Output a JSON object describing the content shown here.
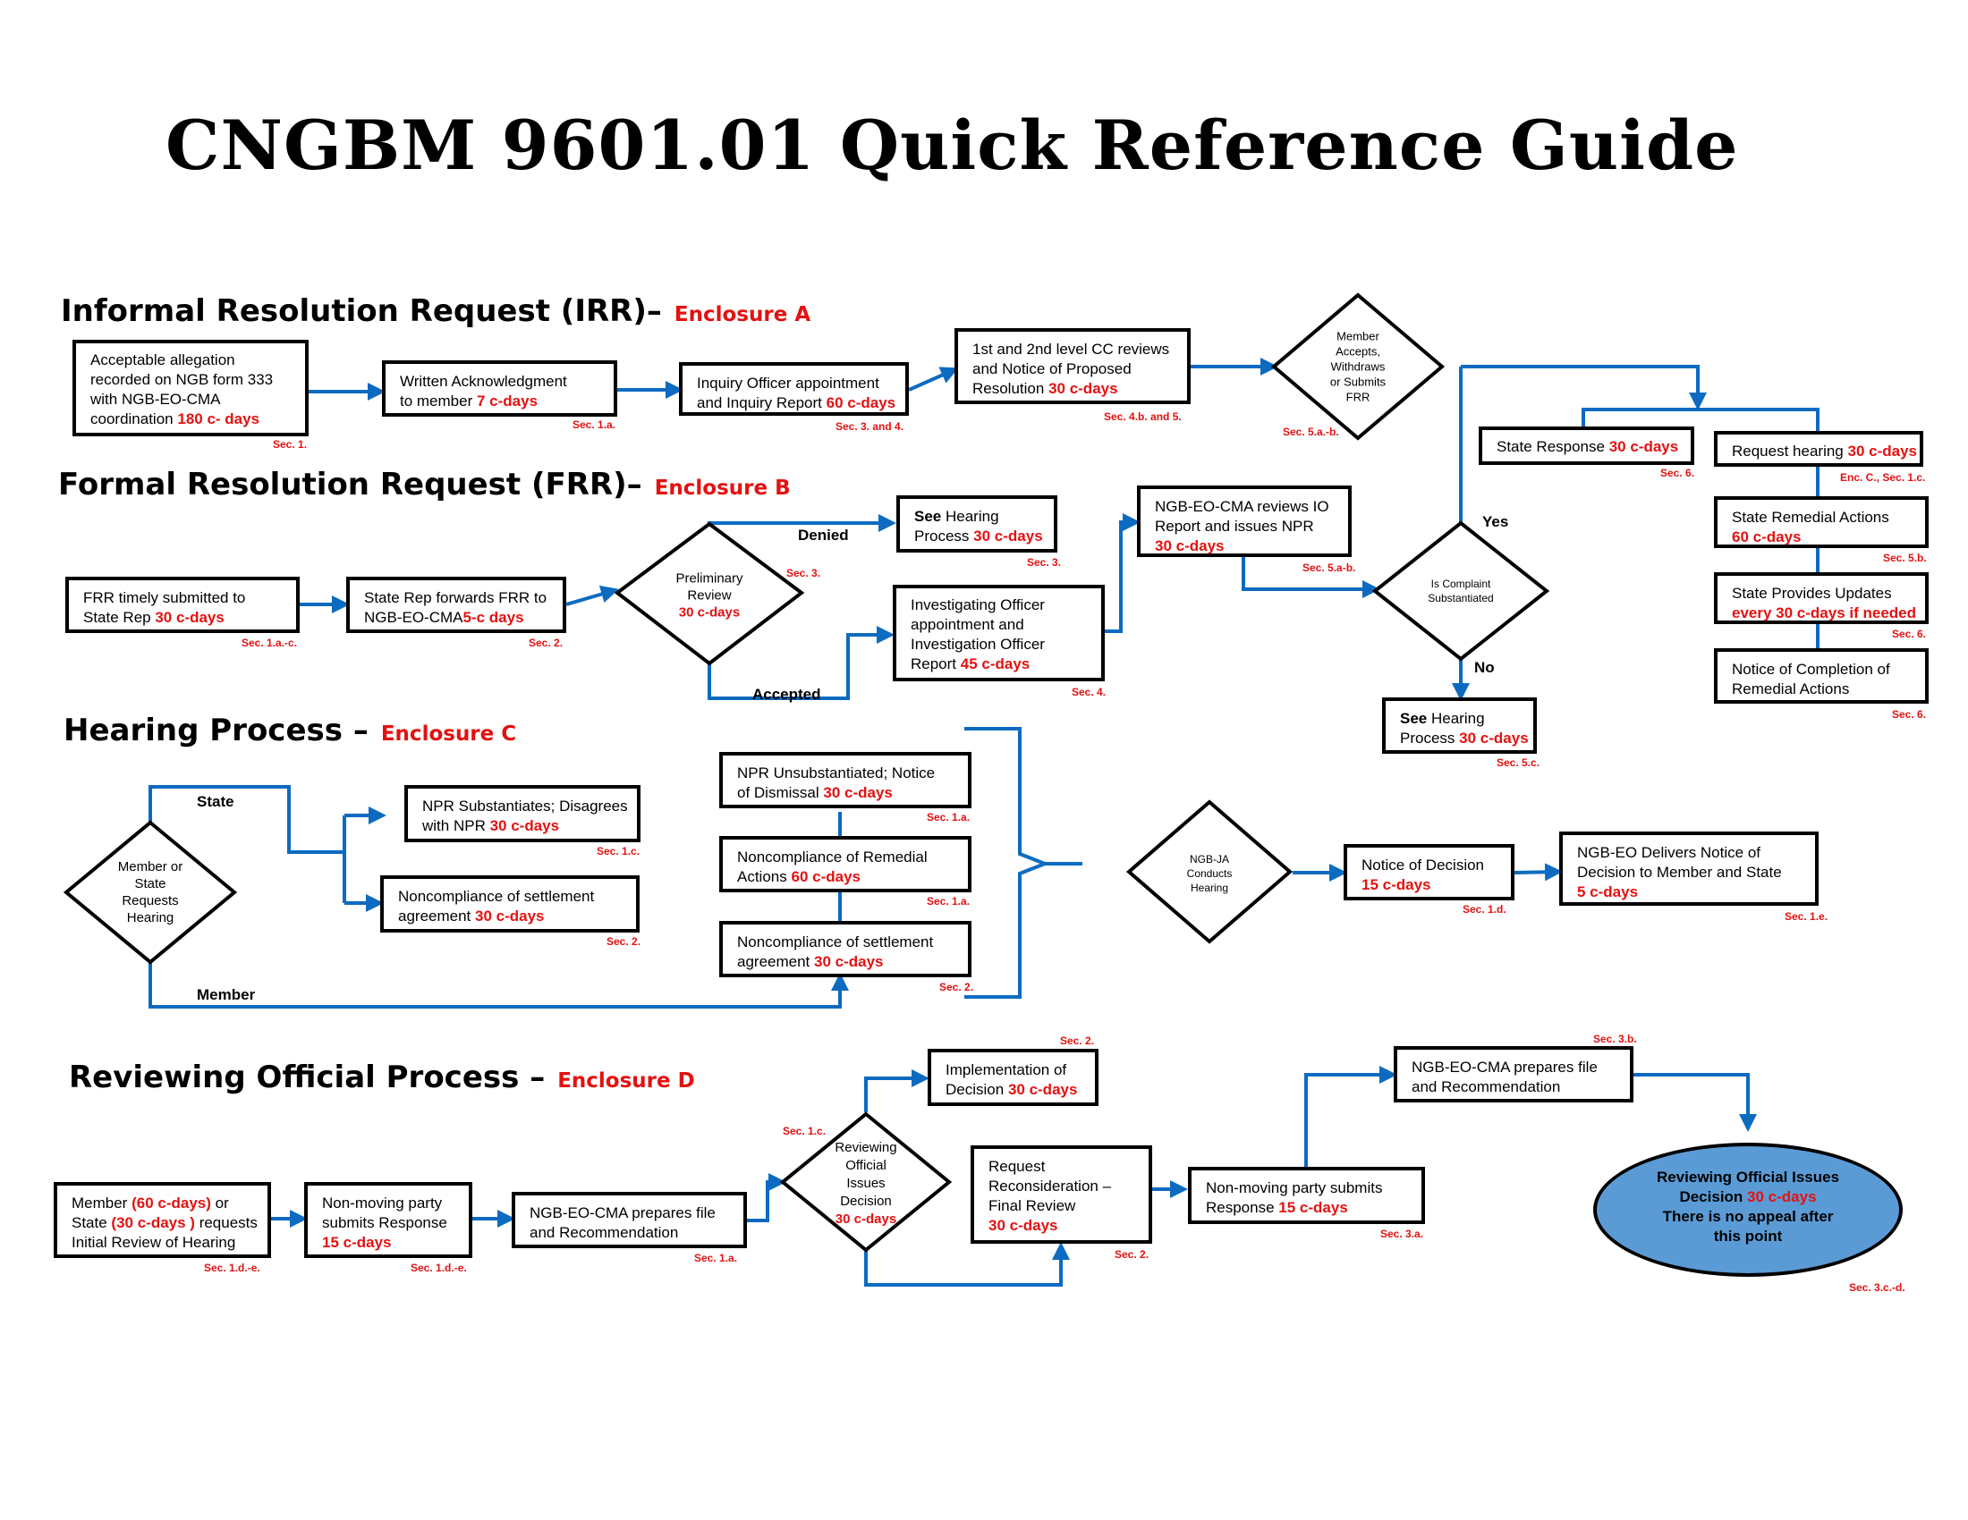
{
  "title": "CNGBM 9601.01 Quick Reference Guide",
  "colors": {
    "connector": "#0c6bc1",
    "red_text": "#e41111",
    "oval_fill": "#5b9bd5"
  },
  "sections": {
    "irr": {
      "title": "Informal Resolution Request (IRR)–",
      "enclosure": "Enclosure A"
    },
    "frr": {
      "title": "Formal Resolution Request (FRR)–",
      "enclosure": "Enclosure B"
    },
    "hearing": {
      "title": "Hearing Process –",
      "enclosure": "Enclosure C"
    },
    "reviewing": {
      "title": "Reviewing Official Process –",
      "enclosure": "Enclosure D"
    }
  },
  "irr": {
    "allegation": {
      "l1": "Acceptable allegation",
      "l2": "recorded on NGB form 333",
      "l3": "with NGB-EO-CMA",
      "l4": "coordination",
      "days": "180 c- days",
      "ref": "Sec. 1."
    },
    "ack": {
      "l1": "Written Acknowledgment",
      "l2": "to member",
      "days": "7 c-days",
      "ref": "Sec. 1.a."
    },
    "inquiry": {
      "l1": "Inquiry Officer appointment",
      "l2": "and Inquiry Report",
      "days": "60 c-days",
      "ref": "Sec. 3. and 4."
    },
    "cc_review": {
      "l1": "1st and 2nd level CC reviews",
      "l2": "and Notice of Proposed",
      "l3": "Resolution",
      "days": "30 c-days",
      "ref": "Sec. 4.b. and 5."
    },
    "member_decision": {
      "l1": "Member",
      "l2": "Accepts,",
      "l3": "Withdraws",
      "l4": "or Submits",
      "l5": "FRR",
      "ref": "Sec. 5.a.-b."
    },
    "state_response": {
      "text": "State Response",
      "days": "30 c-days",
      "ref": "Sec. 6."
    },
    "request_hearing": {
      "text": "Request hearing",
      "days": "30 c-days",
      "ref": "Enc. C., Sec. 1.c."
    },
    "remedial": {
      "l1": "State Remedial Actions",
      "days": "60 c-days",
      "ref": "Sec. 5.b."
    },
    "updates": {
      "l1": "State Provides Updates",
      "days": "every 30 c-days if needed",
      "ref": "Sec. 6."
    },
    "completion": {
      "l1": "Notice of Completion of",
      "l2": "Remedial Actions",
      "ref": "Sec. 6."
    }
  },
  "frr": {
    "timely": {
      "l1": "FRR timely submitted to",
      "l2": "State Rep",
      "days": "30 c-days",
      "ref": "Sec. 1.a.-c."
    },
    "forwards": {
      "l1": "State Rep forwards FRR to",
      "l2": "NGB-EO-CMA",
      "days": "5-c days",
      "ref": "Sec. 2."
    },
    "prelim": {
      "l1": "Preliminary",
      "l2": "Review",
      "days": "30 c-days",
      "ref": "Sec. 3."
    },
    "denied": "Denied",
    "accepted": "Accepted",
    "see_hearing": {
      "l1a": "See",
      "l1b": "Hearing",
      "l2": "Process",
      "days": "30 c-days",
      "ref": "Sec. 3."
    },
    "io": {
      "l1": "Investigating Officer",
      "l2": "appointment and",
      "l3": "Investigation Officer",
      "l4": "Report",
      "days": "45 c-days",
      "ref": "Sec. 4."
    },
    "npr": {
      "l1": "NGB-EO-CMA reviews IO",
      "l2": "Report and issues NPR",
      "days": "30 c-days",
      "ref": "Sec. 5.a-b."
    },
    "substantiated": {
      "l1": "Is Complaint",
      "l2": "Substantiated"
    },
    "yes": "Yes",
    "no": "No",
    "see_hearing2": {
      "l1a": "See",
      "l1b": "Hearing",
      "l2": "Process",
      "days": "30 c-days",
      "ref": "Sec. 5.c."
    }
  },
  "hearing": {
    "requests": {
      "l1": "Member or",
      "l2": "State",
      "l3": "Requests",
      "l4": "Hearing"
    },
    "state": "State",
    "member": "Member",
    "npr_subst": {
      "l1": "NPR Substantiates; Disagrees",
      "l2": "with NPR",
      "days": "30 c-days",
      "ref": "Sec. 1.c."
    },
    "noncomp_settle1": {
      "l1": "Noncompliance of settlement",
      "l2": "agreement",
      "days": "30 c-days",
      "ref": "Sec. 2."
    },
    "npr_unsubst": {
      "l1": "NPR Unsubstantiated; Notice",
      "l2": "of Dismissal",
      "days": "30 c-days",
      "ref": "Sec. 1.a."
    },
    "noncomp_remedial": {
      "l1": "Noncompliance of Remedial",
      "l2": "Actions",
      "days": "60 c-days",
      "ref": "Sec. 1.a."
    },
    "noncomp_settle2": {
      "l1": "Noncompliance of settlement",
      "l2": "agreement",
      "days": "30 c-days",
      "ref": "Sec. 2."
    },
    "ja": {
      "l1": "NGB-JA",
      "l2": "Conducts",
      "l3": "Hearing"
    },
    "notice": {
      "l1": "Notice of Decision",
      "days": "15 c-days",
      "ref": "Sec. 1.d."
    },
    "delivers": {
      "l1": "NGB-EO Delivers Notice of",
      "l2": "Decision to Member and State",
      "days": "5 c-days",
      "ref": "Sec. 1.e."
    }
  },
  "reviewing": {
    "member_state": {
      "a": "Member ",
      "b": "(60 c-days)",
      "c": " or",
      "d": "State ",
      "e": "(30 c-days )",
      "f": " requests",
      "g": "Initial Review of Hearing",
      "ref": "Sec. 1.d.-e."
    },
    "nonmoving1": {
      "l1": "Non-moving party",
      "l2": "submits Response",
      "days": "15 c-days",
      "ref": "Sec. 1.d.-e."
    },
    "prepares1": {
      "l1": "NGB-EO-CMA prepares file",
      "l2": "and Recommendation",
      "ref": "Sec. 1.a."
    },
    "ro_decision": {
      "l1": "Reviewing",
      "l2": "Official",
      "l3": "Issues",
      "l4": "Decision",
      "days": "30 c-days",
      "ref": "Sec. 1.c."
    },
    "implementation": {
      "l1": "Implementation of",
      "l2": "Decision",
      "days": "30 c-days",
      "ref": "Sec. 2."
    },
    "reconsideration": {
      "l1": "Request",
      "l2": "Reconsideration –",
      "l3": "Final Review",
      "days": "30 c-days",
      "ref": "Sec. 2."
    },
    "nonmoving2": {
      "l1": "Non-moving party submits",
      "l2": "Response",
      "days": "15 c-days",
      "ref": "Sec. 3.a."
    },
    "prepares2": {
      "l1": "NGB-EO-CMA prepares file",
      "l2": "and Recommendation",
      "ref": "Sec. 3.b."
    },
    "final": {
      "l1": "Reviewing Official Issues",
      "l2": "Decision",
      "days": "30 c-days",
      "l3": "There is no appeal after",
      "l4": "this point",
      "ref": "Sec. 3.c.-d."
    }
  }
}
